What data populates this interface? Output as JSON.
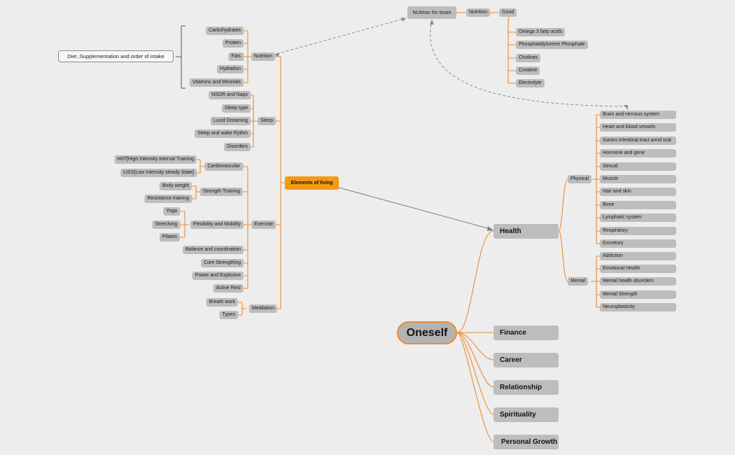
{
  "root": "Oneself",
  "elements": "Elements of living",
  "diet_note": "Diet ,Supplementation and order of intake",
  "brain": {
    "title": "NUtrion for brain",
    "nutrition": "Nutrition",
    "good": "Good",
    "items": [
      "Omega 3 fatty acids",
      "Phosphatidylserine Phosphate",
      "Cholines",
      "Creatine",
      "Electrolyte"
    ]
  },
  "nutrition": {
    "label": "Nutrition",
    "items": [
      "Carbohydrates",
      "Protien",
      "Fats",
      "Hydration",
      "Vitamins and MInerals"
    ]
  },
  "sleep": {
    "label": "Sleep",
    "items": [
      "NSDR and Naps",
      "Sleep type",
      "Lucid Dreaming",
      "Sleep and wake Rythm",
      "Disorders"
    ]
  },
  "exercise": {
    "label": "Exercise",
    "cardio": {
      "label": "Cardiovascular",
      "items": [
        "HIIT[High Intensity Interval Training",
        "LISS[Low Intensity steady State]"
      ]
    },
    "strength": {
      "label": "Strength Training",
      "items": [
        "Body weight",
        "Resistance training"
      ]
    },
    "flex": {
      "label": "Flexibility and Mobility",
      "items": [
        "Yoga",
        "Stretching",
        "Pilates"
      ]
    },
    "others": [
      "Balance and coordination",
      "Core Strengthing",
      "Power and Explosive",
      "Active Rest"
    ]
  },
  "meditation": {
    "label": "Meditation",
    "items": [
      "Breath work",
      "Types"
    ]
  },
  "health": {
    "label": "Health",
    "physical": {
      "label": "Physical",
      "items": [
        "Brain and nervous system",
        "Heart and blood vessels",
        "Gastro Intestinal tract annd oral",
        "Hormone and gene",
        "Sexual",
        "Muscle",
        "Hair and skin",
        "Bone",
        "Lymphatic system",
        "Respiratory",
        "Excretory"
      ]
    },
    "mental": {
      "label": "Mental",
      "items": [
        "Addiction",
        "Emotional Health",
        "Mental health disorders",
        "Mental Strength",
        "Neuroplasticity"
      ]
    }
  },
  "branches": [
    "Finance",
    "Career",
    "Relationship",
    "Spirituality",
    "Personal Growth"
  ],
  "colors": {
    "link": "#f08a2c",
    "node": "#bdbdbd",
    "elements": "#f39a12",
    "background": "#ededed",
    "dashed": "#8c8c8c"
  }
}
